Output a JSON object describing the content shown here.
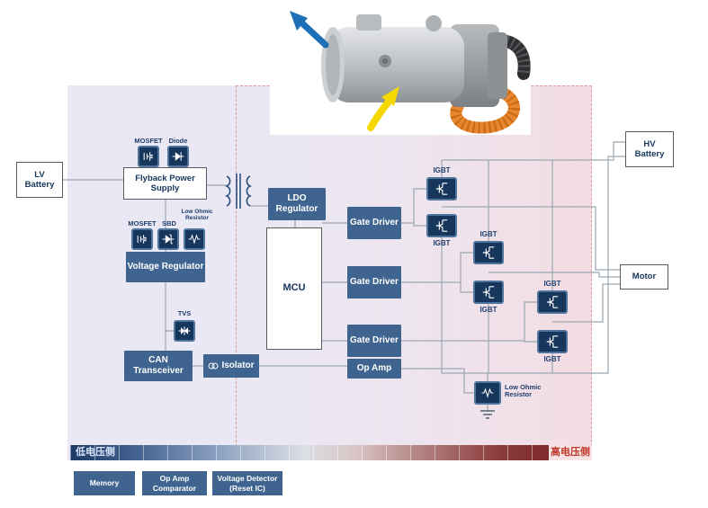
{
  "colors": {
    "box_blue": "#3e648f",
    "icon_navy": "#16365c",
    "lavender_bg": "#eae8f4",
    "pink_bg": "#f5dade",
    "wire": "#9aa7b2",
    "label_navy": "#1f3f6e",
    "bar_blue": "#1e3a66",
    "bar_red": "#701c1c",
    "hose_orange": "#e8862e",
    "arrow_blue": "#1d6fb8",
    "arrow_yellow": "#f5d800"
  },
  "diagram": {
    "lv_battery": "LV Battery",
    "hv_battery": "HV Battery",
    "motor": "Motor",
    "flyback": "Flyback Power Supply",
    "mosfet_label": "MOSFET",
    "diode_label": "Diode",
    "ldo_regulator": "LDO Regulator",
    "mosfet2_label": "MOSFET",
    "sbd_label": "SBD",
    "low_ohmic_label": "Low Ohmic Resistor",
    "voltage_regulator": "Voltage Regulator",
    "tvs_label": "TVS",
    "can_transceiver": "CAN Transceiver",
    "isolator": "Isolator",
    "mcu": "MCU",
    "gate_drivers": [
      "Gate Driver",
      "Gate Driver",
      "Gate Driver"
    ],
    "op_amp": "Op Amp",
    "igbt": "IGBT",
    "shunt_label": "Low Ohmic Resistor"
  },
  "legend": {
    "low_side": "低电压侧",
    "high_side": "高电压侧"
  },
  "footer": {
    "memory": "Memory",
    "op_amp_comparator": "Op Amp Comparator",
    "voltage_detector": "Voltage Detector (Reset IC)"
  }
}
